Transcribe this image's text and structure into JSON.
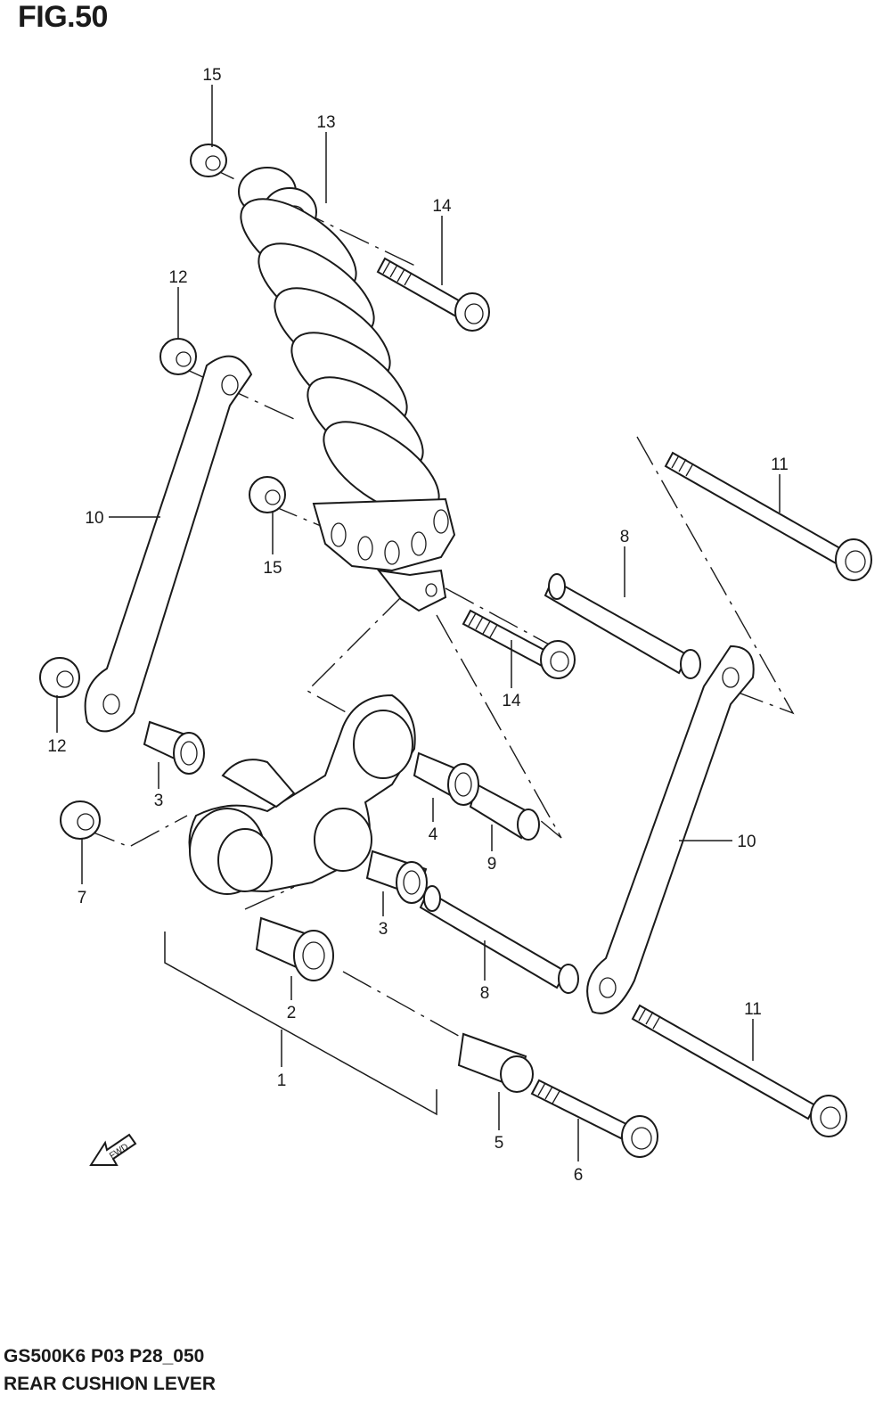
{
  "figure": {
    "title": "FIG.50",
    "footer_code": "GS500K6 P03 P28_050",
    "footer_name": "REAR CUSHION LEVER",
    "fwd_label": "FWD"
  },
  "callouts": [
    {
      "label": "15"
    },
    {
      "label": "13"
    },
    {
      "label": "14"
    },
    {
      "label": "12"
    },
    {
      "label": "11"
    },
    {
      "label": "10"
    },
    {
      "label": "15"
    },
    {
      "label": "8"
    },
    {
      "label": "14"
    },
    {
      "label": "12"
    },
    {
      "label": "3"
    },
    {
      "label": "4"
    },
    {
      "label": "9"
    },
    {
      "label": "10"
    },
    {
      "label": "7"
    },
    {
      "label": "3"
    },
    {
      "label": "8"
    },
    {
      "label": "2"
    },
    {
      "label": "11"
    },
    {
      "label": "1"
    },
    {
      "label": "5"
    },
    {
      "label": "6"
    }
  ]
}
